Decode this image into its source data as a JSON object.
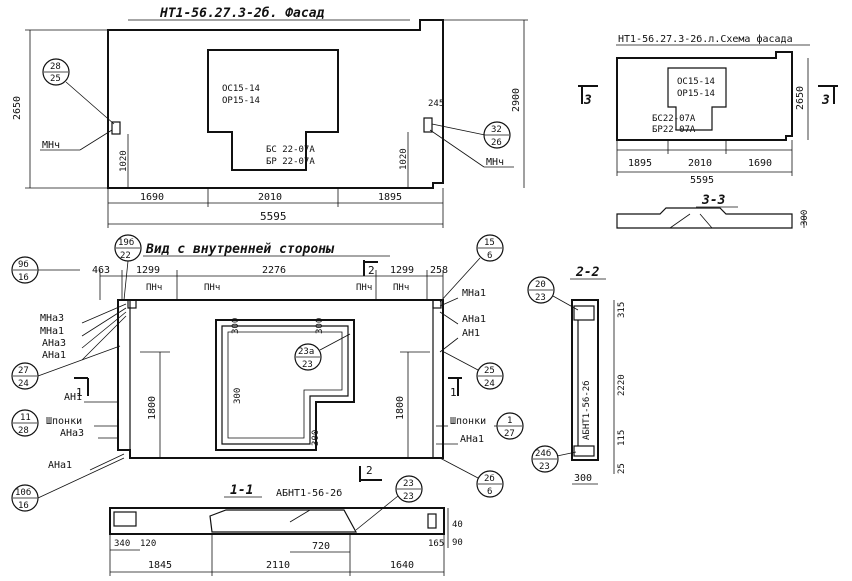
{
  "titles": {
    "facade": "НТ1-56.27.3-2б. Фасад",
    "schema": "НТ1-56.27.3-2б.л.Схема фасада",
    "inner_view": "Вид с внутренней стороны",
    "section_33": "3-3",
    "section_22": "2-2",
    "section_11": "1-1"
  },
  "facade": {
    "height_left": "2650",
    "height_right": "2900",
    "window_upper": [
      "ОС15-14",
      "ОР15-14"
    ],
    "door_lower": [
      "БС 22-07А",
      "БР 22-07А"
    ],
    "dims_bottom": [
      "1690",
      "2010",
      "1895"
    ],
    "overall": "5595",
    "sill_left": "1020",
    "sill_right": "1020",
    "small_dim": "245",
    "mnch_left": "МНч",
    "mnch_right": "МНч",
    "callout_left": [
      "28",
      "25"
    ],
    "callout_right": [
      "32",
      "26"
    ]
  },
  "schema": {
    "window": [
      "ОС15-14",
      "ОР15-14"
    ],
    "door": [
      "БС22-07А",
      "БР22-07А"
    ],
    "height": "2650",
    "dims_bottom": [
      "1895",
      "2010",
      "1690"
    ],
    "overall": "5595",
    "cut_left": "3",
    "cut_right": "3",
    "thickness": "300"
  },
  "inner": {
    "top_dims": [
      "463",
      "1299",
      "2276",
      "1299",
      "258"
    ],
    "pnch_labels": [
      "ПНч",
      "ПНч",
      "ПНч",
      "ПНч"
    ],
    "left_labels": [
      "МНа3",
      "МНа1",
      "АНа3",
      "АНа1",
      "АН1",
      "Шпонки",
      "АНа3",
      "АНа1"
    ],
    "right_labels": [
      "МНа1",
      "АНа1",
      "АН1",
      "Шпонки",
      "АНа1"
    ],
    "left_height": "1800",
    "right_height": "1800",
    "frame_dims": [
      "300",
      "300",
      "300",
      "300"
    ],
    "callouts": {
      "c95": [
        "9б",
        "16"
      ],
      "c19": [
        "19б",
        "22"
      ],
      "c15": [
        "15",
        "6"
      ],
      "c27": [
        "27",
        "24"
      ],
      "c11": [
        "11",
        "28"
      ],
      "c10": [
        "10б",
        "16"
      ],
      "c23a": [
        "23а",
        "23"
      ],
      "c25": [
        "25",
        "24"
      ],
      "c1": [
        "1",
        "27"
      ],
      "c26": [
        "2б",
        "6"
      ]
    },
    "cut_left": "1",
    "cut_right": "1",
    "cut_top": "2",
    "cut_bottom": "2"
  },
  "section22": {
    "callout_top": [
      "20",
      "23"
    ],
    "callout_bottom": [
      "24б",
      "23"
    ],
    "label": "АБНТ1-56-2б",
    "dims_right": [
      "315",
      "2220",
      "115",
      "25"
    ],
    "width": "300"
  },
  "section11": {
    "label": "АБНТ1-56-2б",
    "callout": [
      "23",
      "23"
    ],
    "dims_small": [
      "340",
      "120",
      "720",
      "165",
      "40",
      "90"
    ],
    "dims_bottom": [
      "1845",
      "2110",
      "1640"
    ]
  }
}
